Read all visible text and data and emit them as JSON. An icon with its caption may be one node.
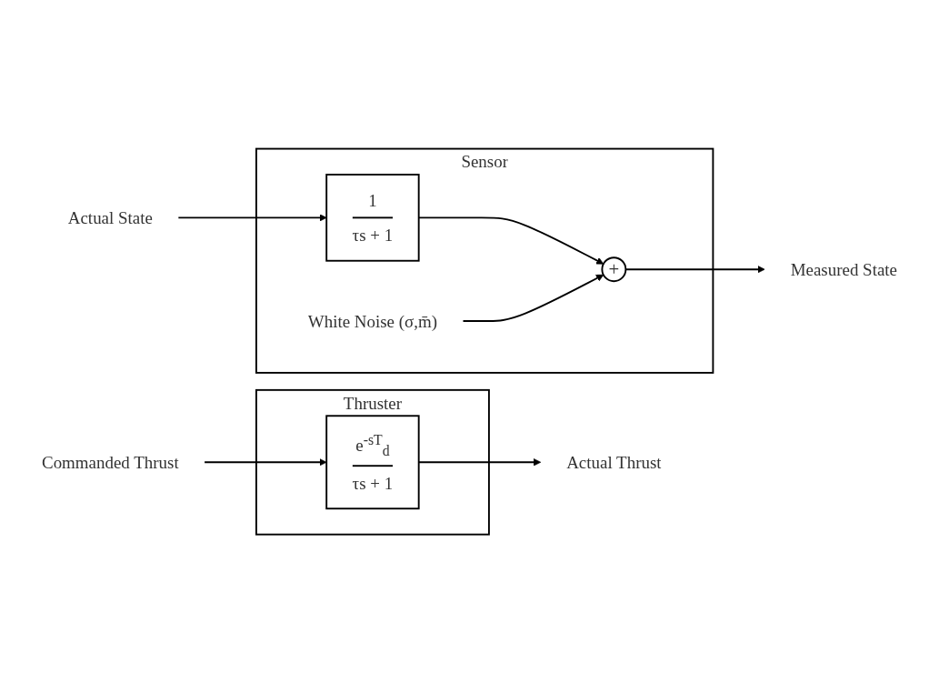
{
  "diagram": {
    "nodes": [
      {
        "text": [
          "Sensor"
        ]
      },
      {
        "text": [
          "White Noise (σ,m̄)"
        ],
        "in": 0
      },
      {
        "text": [
          "Actual State"
        ]
      },
      {
        "text": [
          "1",
          "τs + 1"
        ],
        "in": 0
      },
      {
        "text": [
          "+"
        ],
        "in": 0
      },
      {
        "text": [
          "Measured State"
        ]
      },
      {
        "text": [
          "Thruster"
        ]
      },
      {
        "text": [
          "Commanded Thrust"
        ]
      },
      {
        "text": [
          "e$^{-sT}$$_{d}$",
          "τs + 1"
        ],
        "in": 6
      },
      {
        "text": [
          "Actual Thrust"
        ]
      }
    ],
    "edges": [
      {
        "from": 2,
        "to": 3,
        "arrow": "to"
      },
      {
        "from": 3,
        "to": 4,
        "arrow": "to"
      },
      {
        "from": 1,
        "to": 4,
        "arrow": "to"
      },
      {
        "from": 4,
        "to": 5,
        "arrow": "to"
      },
      {
        "from": 7,
        "to": 8,
        "arrow": "to"
      },
      {
        "from": 8,
        "to": 9,
        "arrow": "to"
      }
    ]
  }
}
